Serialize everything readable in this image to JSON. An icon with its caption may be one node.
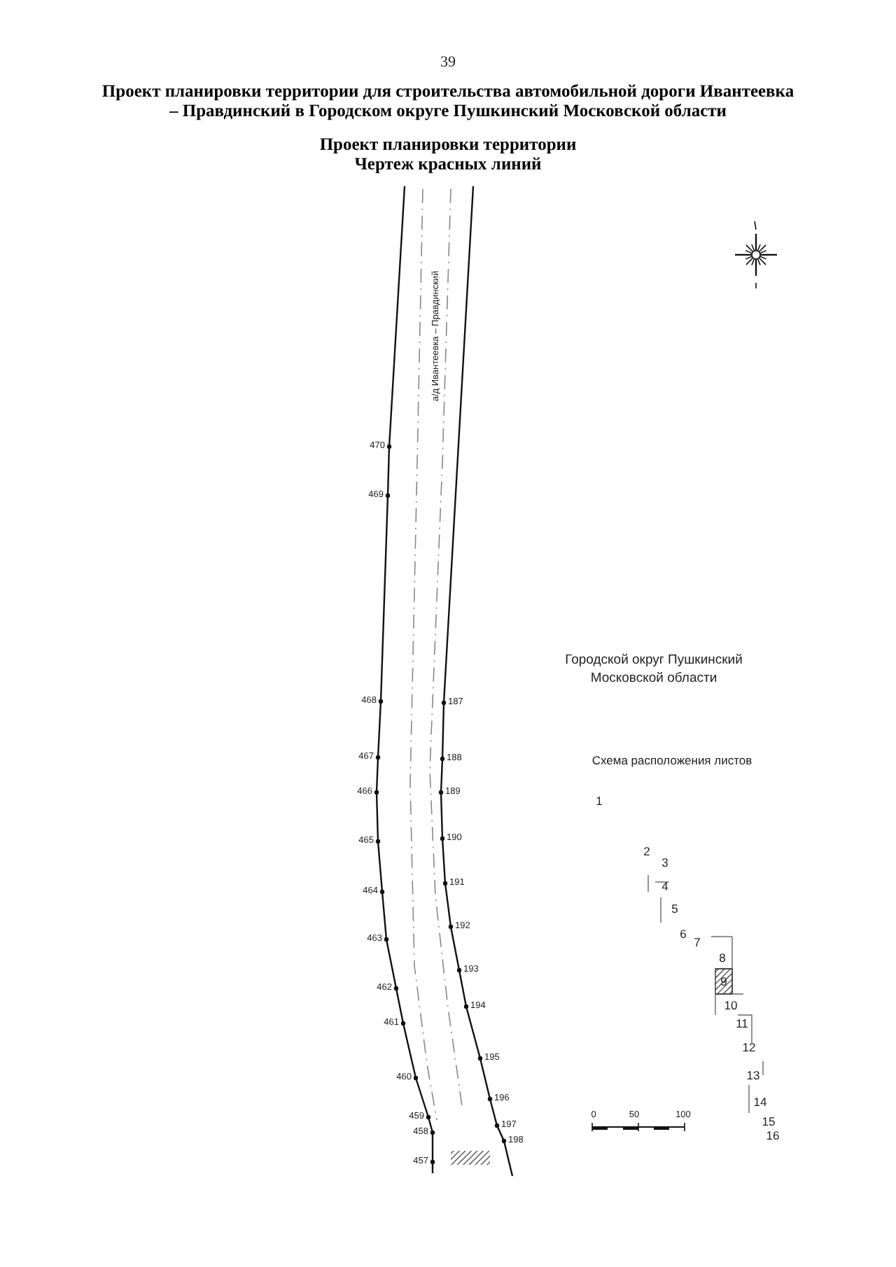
{
  "diagram": {
    "title": "Проект планировки территории для строительства автомобильной дороги Ивантеевка – Правдинский в Городском округе Пушкинский Московской области",
    "labels": [
      "39",
      "Проект планировки территории",
      "Чертеж красных линий",
      "а/д Ивантеевка – Правдинский",
      "470",
      "469",
      "468",
      "187",
      "467",
      "188",
      "466",
      "189",
      "465",
      "190",
      "191",
      "464",
      "192",
      "463",
      "193",
      "462",
      "194",
      "461",
      "195",
      "460",
      "196",
      "459",
      "197",
      "458",
      "198",
      "457",
      "Городской округ Пушкинский Московской области",
      "Схема расположения листов",
      "1",
      "2",
      "3",
      "4",
      "5",
      "6",
      "7",
      "8",
      "9",
      "10",
      "11",
      "12",
      "13",
      "14",
      "15",
      "16",
      "0",
      "50",
      "100"
    ]
  }
}
